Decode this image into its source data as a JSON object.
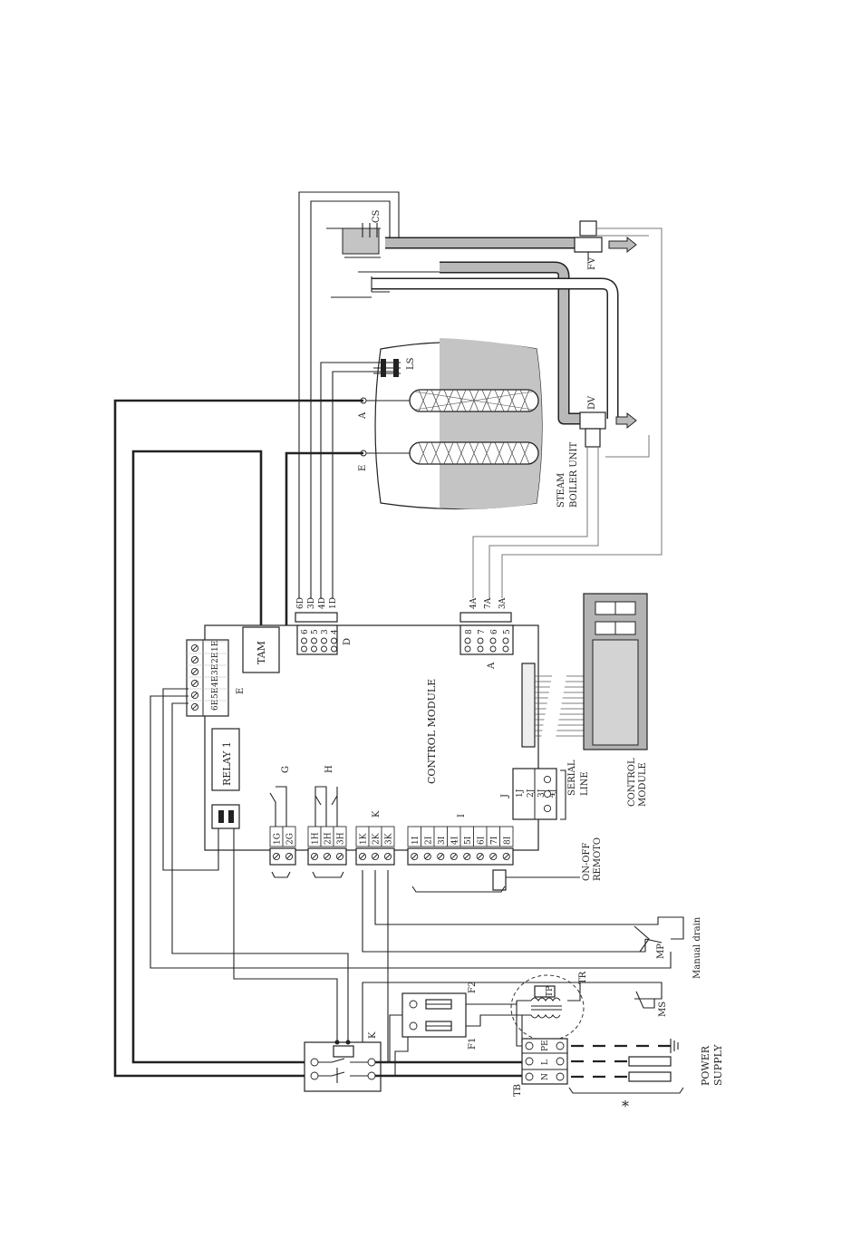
{
  "colors": {
    "water": "#c4c4c4",
    "display": "#d3d3d3",
    "panel": "#b3b3b3"
  },
  "labels": {
    "cs": "CS",
    "fv": "FV",
    "ls": "LS",
    "a_elec": "A",
    "e_elec": "E",
    "dv": "DV",
    "steam": "STEAM",
    "boiler_unit": "BOILER UNIT",
    "tam": "TAM",
    "relay1": "RELAY 1",
    "control_module": "CONTROL MODULE",
    "control_module_side_1": "CONTROL",
    "control_module_side_2": "MODULE",
    "serial_1": "SERIAL",
    "serial_2": "LINE",
    "onoff_1": "ON-OFF",
    "onoff_2": "REMOTO",
    "manual_drain": "Manual drain",
    "mp": "MP",
    "ms": "MS",
    "tr": "TR",
    "tp": "TP",
    "f1": "F1",
    "f2": "F2",
    "k_contactor": "K",
    "tb": "TB",
    "power_1": "POWER",
    "power_2": "SUPPLY",
    "asterisk": "*",
    "block_d": "D",
    "block_a": "A",
    "block_e": "E",
    "block_g": "G",
    "block_h": "H",
    "block_k": "K",
    "block_i": "I",
    "block_j": "J",
    "tb_pe": "PE",
    "tb_l": "L",
    "tb_n": "N"
  },
  "terminals": {
    "d_wire": [
      "6D",
      "3D",
      "4D",
      "1D"
    ],
    "d_block": [
      "6",
      "5",
      "3",
      "4"
    ],
    "a_wire": [
      "4A",
      "7A",
      "3A"
    ],
    "a_block": [
      "8",
      "7",
      "6",
      "5"
    ],
    "e": [
      "6E",
      "5E",
      "4E",
      "3E",
      "2E",
      "1E"
    ],
    "g": [
      "1G",
      "2G"
    ],
    "h": [
      "1H",
      "2H",
      "3H"
    ],
    "k": [
      "1K",
      "2K",
      "3K"
    ],
    "i": [
      "1I",
      "2I",
      "3I",
      "4I",
      "5I",
      "6I",
      "7I",
      "8I"
    ],
    "j": [
      "1J",
      "2J",
      "3J",
      "4J"
    ]
  }
}
